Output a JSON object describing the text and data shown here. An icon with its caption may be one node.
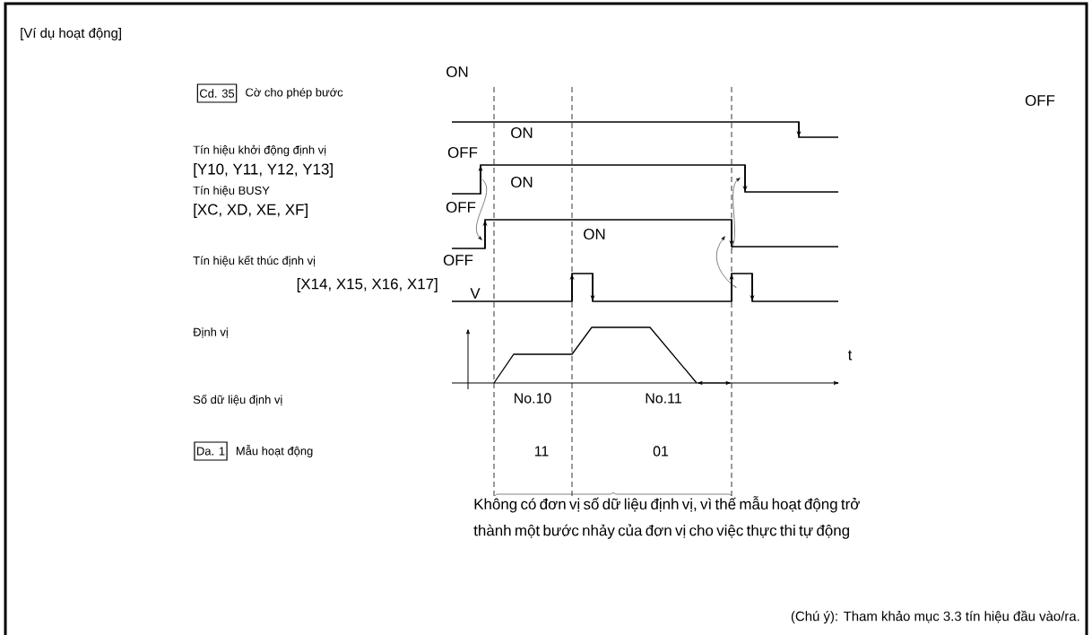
{
  "diagram": {
    "title": "[Ví dụ hoạt động]",
    "nodes": [
      {
        "text": [
          "Cd. 35"
        ],
        "beside": [
          "Cờ cho phép bước"
        ]
      },
      {
        "text": [
          "Da. 1"
        ],
        "beside": [
          "Mẫu hoạt động"
        ]
      }
    ],
    "labels": [
      "ON",
      "OFF",
      "ON",
      "Tín hiệu khởi động định vị",
      "OFF",
      "[Y10, Y11, Y12, Y13]",
      "ON",
      "Tín hiệu BUSY",
      "OFF",
      "[XC, XD, XE, XF]",
      "ON",
      "Tín hiệu kết thúc định vị",
      "OFF",
      "[X14, X15, X16, X17]",
      "V",
      "Định vị",
      "t",
      "Số dữ liệu định vị",
      "No.10",
      "No.11",
      "11",
      "01",
      "Không có đơn vị số dữ liệu định vị, vì thế mẫu hoạt động trở thành một bước nhảy của đơn vị cho việc thực thi tự động",
      "(Chú ý): Tham khảo mục 3.3 tín hiệu đầu vào/ra."
    ]
  }
}
